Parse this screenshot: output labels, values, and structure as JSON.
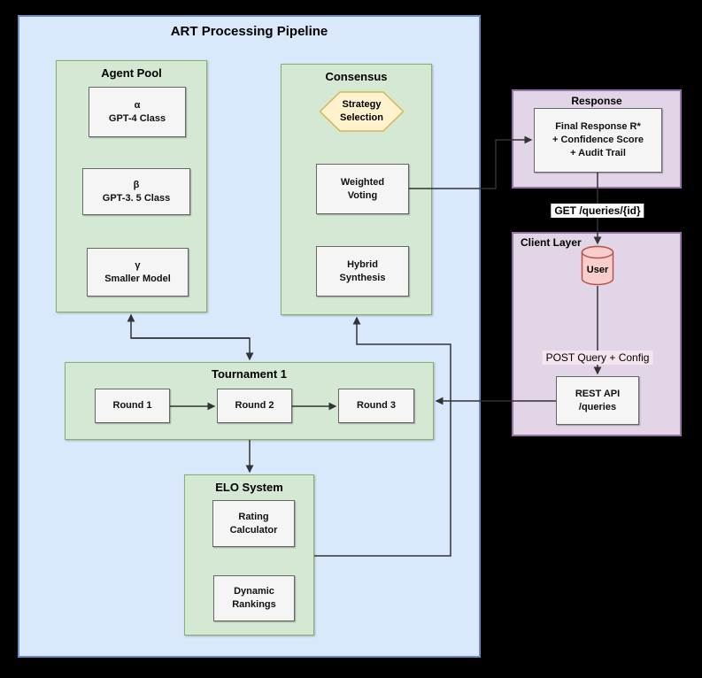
{
  "pipeline": {
    "title": "ART Processing Pipeline",
    "agent_pool": {
      "title": "Agent Pool",
      "alpha": "α\nGPT-4 Class",
      "beta": "β\nGPT-3. 5 Class",
      "gamma": "γ\nSmaller Model"
    },
    "consensus": {
      "title": "Consensus",
      "strategy_selection": "Strategy\nSelection",
      "weighted_voting": "Weighted\nVoting",
      "hybrid_synthesis": "Hybrid\nSynthesis"
    },
    "tournament": {
      "title": "Tournament 1",
      "round1": "Round 1",
      "round2": "Round 2",
      "round3": "Round 3"
    },
    "elo": {
      "title": "ELO System",
      "rating_calculator": "Rating\nCalculator",
      "dynamic_rankings": "Dynamic\nRankings"
    }
  },
  "response": {
    "title": "Response",
    "final_response": "Final Response R*\n+ Confidence Score\n+ Audit Trail"
  },
  "client": {
    "title": "Client Layer",
    "user": "User",
    "rest_api": "REST API\n/queries"
  },
  "edge_labels": {
    "get_queries": "GET /queries/{id}",
    "post_query": "POST Query + Config"
  },
  "colors": {
    "page_background": "#000000",
    "pipeline_fill": "#dae8fc",
    "pipeline_border": "#6c8ebf",
    "group_fill": "#d5e8d4",
    "group_border": "#82b366",
    "node_fill": "#f5f5f5",
    "node_border": "#666666",
    "hexagon_fill": "#fff2cc",
    "hexagon_border": "#d6b656",
    "purple_fill": "#e1d5e7",
    "purple_border": "#9673a6",
    "cylinder_fill": "#f8cecc",
    "cylinder_border": "#b85450",
    "edge_line": "#333333"
  }
}
